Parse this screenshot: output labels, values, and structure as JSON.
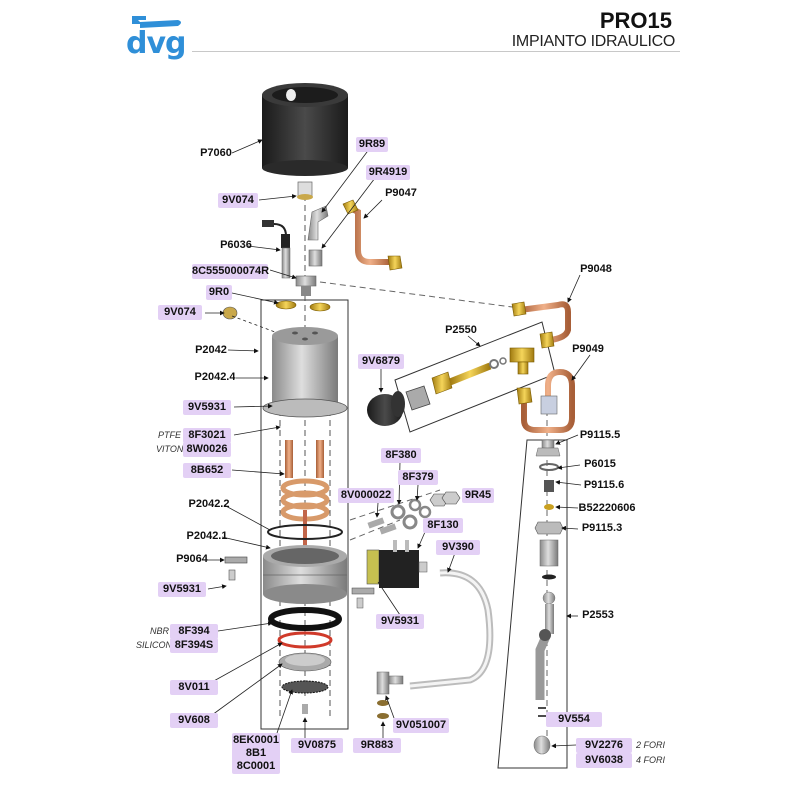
{
  "header": {
    "brand": "dvg",
    "model": "PRO15",
    "title": "IMPIANTO IDRAULICO"
  },
  "colors": {
    "brand_blue": "#2f8fd8",
    "label_bg": "#e3d0f5",
    "copper": "#c97a4f",
    "brass": "#d9b43a"
  },
  "parts": {
    "p7060": "P7060",
    "r89": "9R89",
    "v074_top": "9V074",
    "r4919": "9R4919",
    "p9047": "P9047",
    "p6036": "P6036",
    "c555": "8C555000074R",
    "p9048": "P9048",
    "r0": "9R0",
    "v074_side": "9V074",
    "p2550": "P2550",
    "p2042": "P2042",
    "v6879": "9V6879",
    "p9049": "P9049",
    "p2042_4": "P2042.4",
    "v5931_a": "9V5931",
    "f3021": "8F3021",
    "w0026": "8W0026",
    "p9115_5": "P9115.5",
    "p6015": "P6015",
    "b652": "8B652",
    "f380": "8F380",
    "p9115_6": "P9115.6",
    "f379": "8F379",
    "r45": "9R45",
    "v000022": "8V000022",
    "b52220606": "B52220606",
    "p2042_2": "P2042.2",
    "f130": "8F130",
    "p9115_3": "P9115.3",
    "p2042_1": "P2042.1",
    "v390": "9V390",
    "p9064": "P9064",
    "v5931_b": "9V5931",
    "p2553": "P2553",
    "v5931_c": "9V5931",
    "f394": "8F394",
    "f394s": "8F394S",
    "v011": "8V011",
    "v608": "9V608",
    "v554": "9V554",
    "v051007": "9V051007",
    "ek0001": "8EK0001",
    "v0875": "9V0875",
    "r883": "9R883",
    "v2276": "9V2276",
    "b1": "8B1",
    "v6038": "9V6038",
    "c0001": "8C0001"
  },
  "notes": {
    "ptfe": "PTFE",
    "viton": "VITON",
    "nbr": "NBR",
    "silicon": "SILICON",
    "two_holes": "2 FORI",
    "four_holes": "4 FORI"
  }
}
